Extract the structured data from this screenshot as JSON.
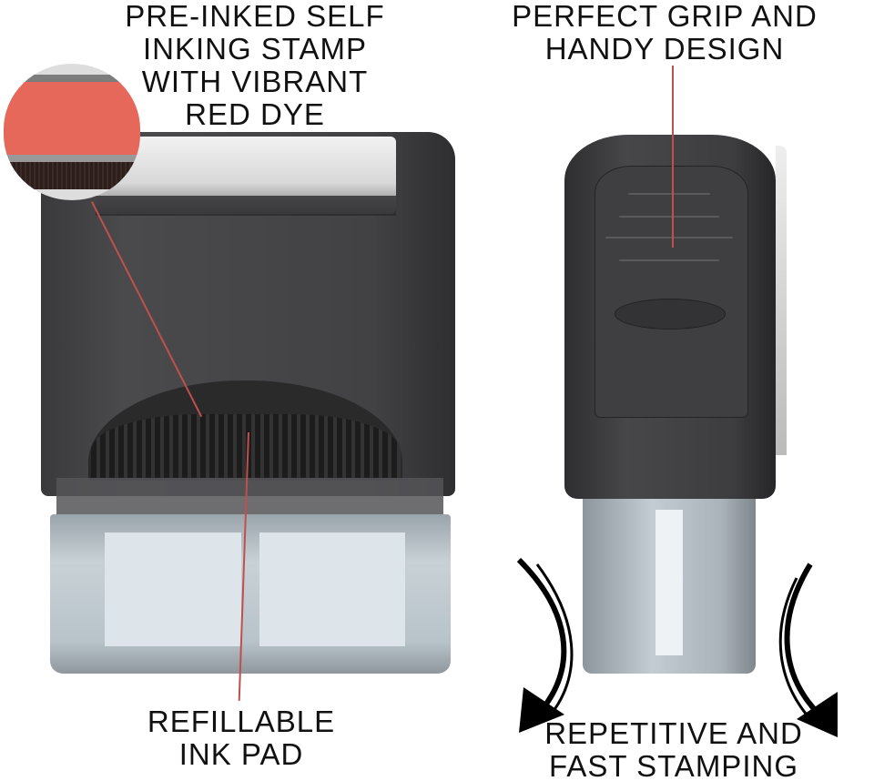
{
  "labels": {
    "top_left": [
      "PRE-INKED SELF",
      "INKING STAMP",
      "WITH VIBRANT",
      "RED DYE"
    ],
    "top_right": [
      "PERFECT GRIP AND",
      "HANDY DESIGN"
    ],
    "bottom_left": [
      "REFILLABLE",
      "INK PAD"
    ],
    "bottom_right": [
      "REPETITIVE AND",
      "FAST STAMPING"
    ]
  },
  "colors": {
    "leader_line": "#c0504d",
    "ink_red": "#e5685a",
    "stamp_body": "#3f3f41",
    "text": "#111111"
  },
  "icons": [
    "curved-arrow-down-left-icon",
    "curved-arrow-down-right-icon"
  ]
}
